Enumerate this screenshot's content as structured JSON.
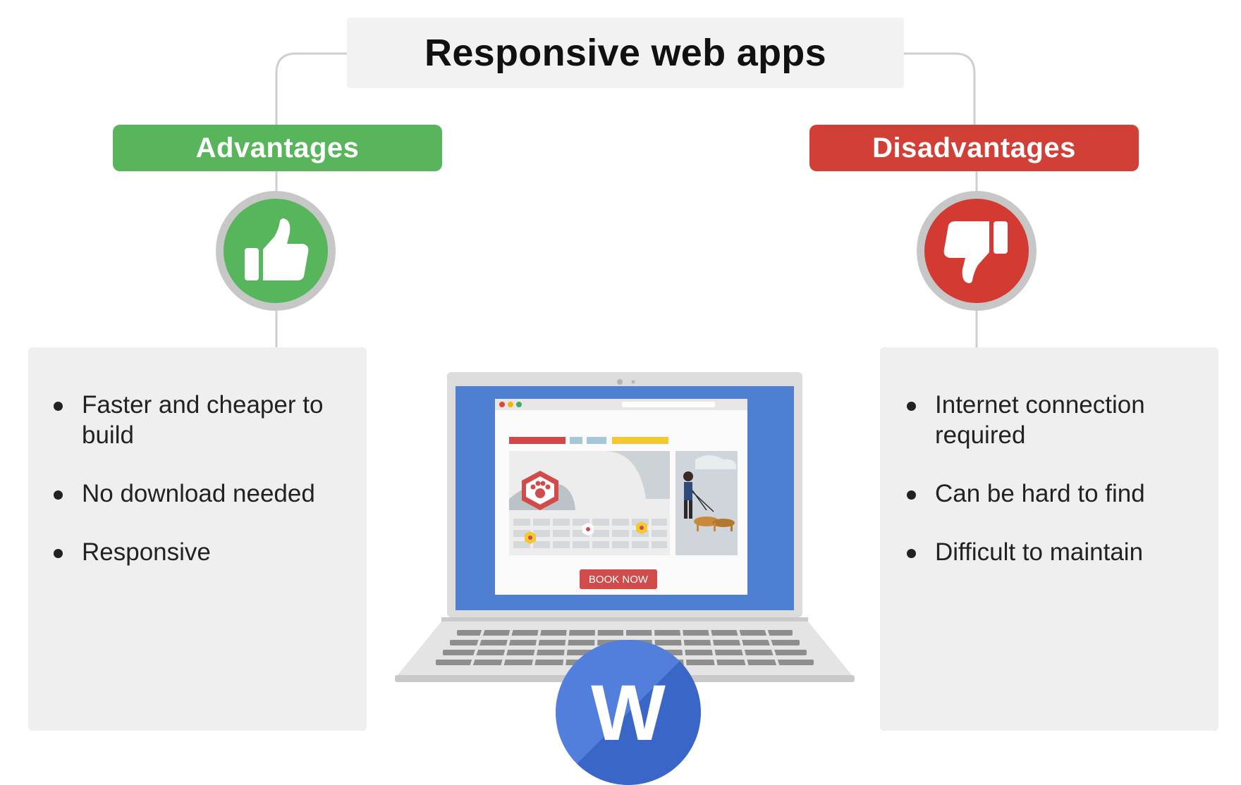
{
  "title": "Responsive web apps",
  "advantages": {
    "label": "Advantages",
    "icon": "thumbs-up-icon",
    "color": "#59b55c",
    "items": [
      "Faster and cheaper to build",
      "No download needed",
      "Responsive"
    ]
  },
  "disadvantages": {
    "label": "Disadvantages",
    "icon": "thumbs-down-icon",
    "color": "#d23f36",
    "items": [
      "Internet connection required",
      "Can be hard to find",
      "Difficult to maintain"
    ]
  },
  "illustration": {
    "button_label": "BOOK NOW",
    "web_badge_letter": "W",
    "screen_color": "#4e7fd0"
  }
}
